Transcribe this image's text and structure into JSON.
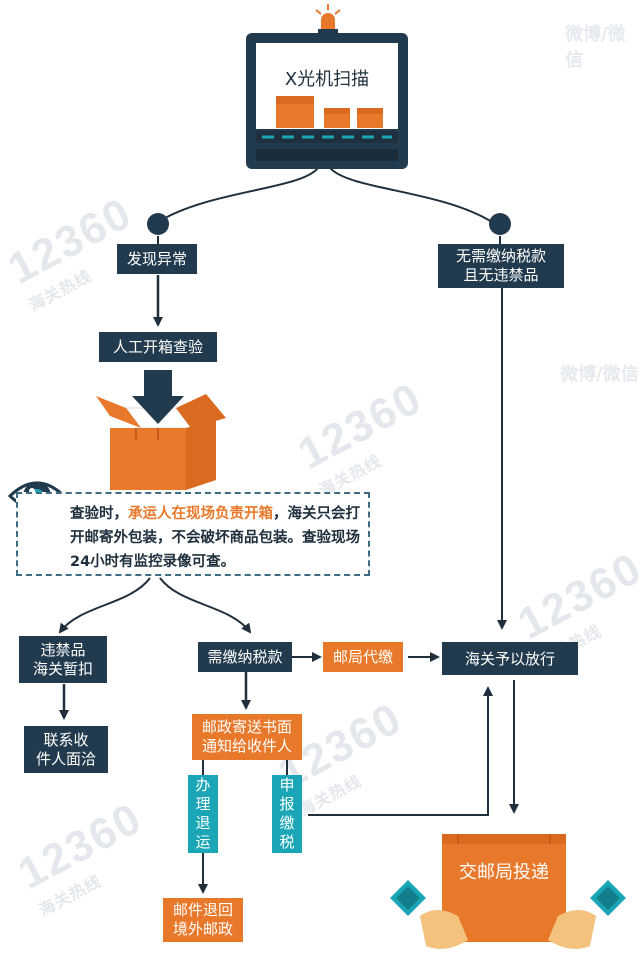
{
  "xray": {
    "label": "X光机扫描"
  },
  "nodes": {
    "anomaly": "发现异常",
    "no_tax_l1": "无需缴纳税款",
    "no_tax_l2": "且无违禁品",
    "manual": "人工开箱查验",
    "contraband_l1": "违禁品",
    "contraband_l2": "海关暂扣",
    "contact_l1": "联系收",
    "contact_l2": "件人面洽",
    "need_tax": "需缴纳税款",
    "post_pay": "邮局代缴",
    "release": "海关予以放行",
    "notice_l1": "邮政寄送书面",
    "notice_l2": "通知给收件人",
    "return_chars": [
      "办",
      "理",
      "退",
      "运"
    ],
    "declare_chars": [
      "申",
      "报",
      "缴",
      "税"
    ],
    "returned_l1": "邮件退回",
    "returned_l2": "境外邮政",
    "deliver": "交邮局投递"
  },
  "note": {
    "p1": "查验时，",
    "highlight": "承运人在现场负责开箱",
    "p2": "，海关只会打开邮寄外包装，不会破坏商品包装。查验现场24小时有监控录像可查。"
  },
  "watermark": {
    "number": "12360",
    "caption": "海关热线",
    "side": "微博/微信"
  },
  "colors": {
    "navy": "#223a4d",
    "orange": "#e8782a",
    "teal": "#1aa6b7",
    "box_dark": "#d96a1f"
  }
}
